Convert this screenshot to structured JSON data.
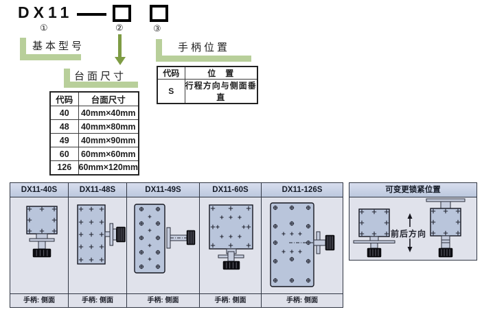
{
  "nomenclature": {
    "model_prefix": "DX11",
    "separator": "—",
    "markers": [
      "①",
      "②",
      "③"
    ],
    "labels": {
      "basic_model": "基本型号",
      "table_size": "台面尺寸",
      "handle_position": "手柄位置"
    }
  },
  "handle_position_table": {
    "headers": [
      "代码",
      "位　置"
    ],
    "rows": [
      [
        "S",
        "行程方向与侧面垂直"
      ]
    ]
  },
  "size_table": {
    "headers": [
      "代码",
      "台面尺寸"
    ],
    "rows": [
      [
        "40",
        "40mm×40mm"
      ],
      [
        "48",
        "40mm×80mm"
      ],
      [
        "49",
        "40mm×90mm"
      ],
      [
        "60",
        "60mm×60mm"
      ],
      [
        "126",
        "60mm×120mm"
      ]
    ]
  },
  "product_panels": {
    "items": [
      {
        "title": "DX11-40S",
        "footer": "手柄: 侧面"
      },
      {
        "title": "DX11-48S",
        "footer": "手柄: 侧面"
      },
      {
        "title": "DX11-49S",
        "footer": "手柄: 侧面"
      },
      {
        "title": "DX11-60S",
        "footer": "手柄: 侧面"
      },
      {
        "title": "DX11-126S",
        "footer": "手柄: 侧面"
      }
    ]
  },
  "lock_panel": {
    "title": "可变更锁紧位置",
    "direction_label": "前后方向"
  },
  "colors": {
    "bracket_green": "#b8cf9a",
    "arrow_green": "#7e9c44",
    "panel_header_bg": "#c7d1e3",
    "panel_body_bg": "#e0e2eb",
    "stage_fill": "#b9c5db",
    "knob_black": "#0d0d12"
  }
}
